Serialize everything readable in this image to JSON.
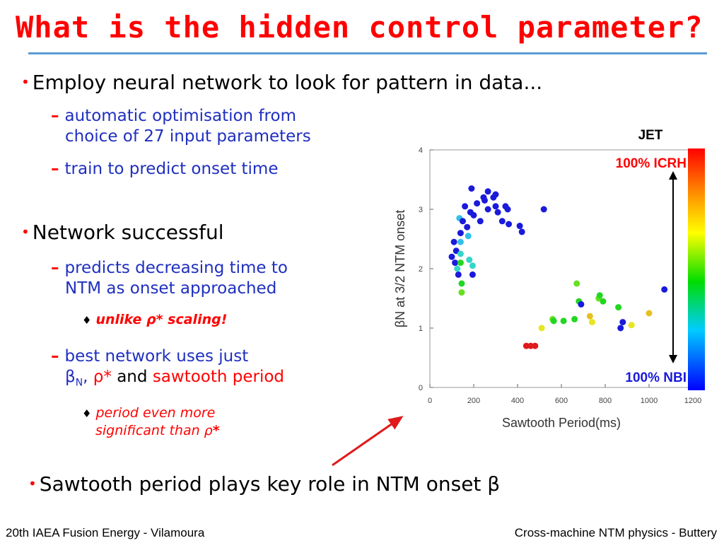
{
  "title": "What is the hidden control parameter?",
  "bullets": {
    "b1": {
      "text": "Employ neural network to look for pattern in data...",
      "sub1_line1": "automatic optimisation from",
      "sub1_line2": "choice of 27 input parameters",
      "sub2": "train to predict onset time"
    },
    "b2": {
      "text": "Network successful",
      "sub1_line1": "predicts decreasing time to",
      "sub1_line2": "NTM as onset approached",
      "note1_a": "unlike ",
      "note1_rho": "ρ",
      "note1_b": "* scaling!",
      "sub2_line1": "best network uses just",
      "sub2_beta": "β",
      "sub2_sub": "N",
      "sub2_comma": ", ",
      "sub2_rho": "ρ*",
      "sub2_and": " and ",
      "sub2_saw": "sawtooth period",
      "note2_line1": "period even more",
      "note2_line2a": "significant than ",
      "note2_rho": "ρ",
      "note2_star": "*"
    },
    "b3": {
      "text": "Sawtooth period plays key role in NTM onset β"
    }
  },
  "footer": {
    "left": "20th IAEA Fusion Energy - Vilamoura",
    "right": "Cross-machine NTM physics - Buttery"
  },
  "colors": {
    "title": "#ff0000",
    "sub": "#1f2fbf",
    "rule": "#5b9bd5"
  },
  "chart_data": {
    "type": "scatter",
    "xlabel": "Sawtooth Period(ms)",
    "ylabel": "βN at 3/2 NTM onset",
    "xlim": [
      0,
      1200
    ],
    "ylim": [
      0,
      4
    ],
    "xticks": [
      "0",
      "200",
      "400",
      "600",
      "800",
      "1000",
      "1200"
    ],
    "yticks": [
      "0",
      "1",
      "2",
      "3",
      "4"
    ],
    "machine": "JET",
    "colorbar_top": "100% ICRH",
    "colorbar_bottom": "100% NBI",
    "points": [
      {
        "x": 100,
        "y": 2.2,
        "c": "#1a1adb"
      },
      {
        "x": 115,
        "y": 2.1,
        "c": "#1a1adb"
      },
      {
        "x": 130,
        "y": 1.9,
        "c": "#1a1adb"
      },
      {
        "x": 110,
        "y": 2.45,
        "c": "#1a1adb"
      },
      {
        "x": 140,
        "y": 2.45,
        "c": "#33c0e8"
      },
      {
        "x": 120,
        "y": 2.3,
        "c": "#1a1adb"
      },
      {
        "x": 140,
        "y": 2.6,
        "c": "#1a1adb"
      },
      {
        "x": 135,
        "y": 2.85,
        "c": "#33c0e8"
      },
      {
        "x": 150,
        "y": 2.8,
        "c": "#1a1adb"
      },
      {
        "x": 170,
        "y": 2.7,
        "c": "#1a1adb"
      },
      {
        "x": 175,
        "y": 2.55,
        "c": "#33c0e8"
      },
      {
        "x": 185,
        "y": 2.95,
        "c": "#1a1adb"
      },
      {
        "x": 160,
        "y": 3.05,
        "c": "#1a1adb"
      },
      {
        "x": 200,
        "y": 2.9,
        "c": "#1a1adb"
      },
      {
        "x": 215,
        "y": 3.1,
        "c": "#1a1adb"
      },
      {
        "x": 230,
        "y": 2.8,
        "c": "#1a1adb"
      },
      {
        "x": 250,
        "y": 3.15,
        "c": "#1a1adb"
      },
      {
        "x": 265,
        "y": 3.0,
        "c": "#1a1adb"
      },
      {
        "x": 290,
        "y": 3.2,
        "c": "#1a1adb"
      },
      {
        "x": 300,
        "y": 3.05,
        "c": "#1a1adb"
      },
      {
        "x": 310,
        "y": 2.95,
        "c": "#1a1adb"
      },
      {
        "x": 330,
        "y": 2.8,
        "c": "#1a1adb"
      },
      {
        "x": 345,
        "y": 3.05,
        "c": "#1a1adb"
      },
      {
        "x": 355,
        "y": 3.0,
        "c": "#1a1adb"
      },
      {
        "x": 360,
        "y": 2.75,
        "c": "#1a1adb"
      },
      {
        "x": 265,
        "y": 3.3,
        "c": "#1a1adb"
      },
      {
        "x": 300,
        "y": 3.25,
        "c": "#1a1adb"
      },
      {
        "x": 190,
        "y": 3.35,
        "c": "#1a1adb"
      },
      {
        "x": 245,
        "y": 3.2,
        "c": "#1a1adb"
      },
      {
        "x": 410,
        "y": 2.72,
        "c": "#1a1adb"
      },
      {
        "x": 420,
        "y": 2.62,
        "c": "#1a1adb"
      },
      {
        "x": 520,
        "y": 3.0,
        "c": "#1a1adb"
      },
      {
        "x": 125,
        "y": 2.0,
        "c": "#33d6c8"
      },
      {
        "x": 180,
        "y": 2.15,
        "c": "#33d6c8"
      },
      {
        "x": 195,
        "y": 2.05,
        "c": "#33d6c8"
      },
      {
        "x": 140,
        "y": 2.25,
        "c": "#33d6c8"
      },
      {
        "x": 145,
        "y": 1.75,
        "c": "#22d622"
      },
      {
        "x": 145,
        "y": 1.6,
        "c": "#66e022"
      },
      {
        "x": 195,
        "y": 1.9,
        "c": "#1a1adb"
      },
      {
        "x": 140,
        "y": 2.1,
        "c": "#22d622"
      },
      {
        "x": 440,
        "y": 0.7,
        "c": "#e01a1a"
      },
      {
        "x": 460,
        "y": 0.7,
        "c": "#e01a1a"
      },
      {
        "x": 480,
        "y": 0.7,
        "c": "#e01a1a"
      },
      {
        "x": 510,
        "y": 1.0,
        "c": "#e6e622"
      },
      {
        "x": 560,
        "y": 1.15,
        "c": "#66e022"
      },
      {
        "x": 565,
        "y": 1.12,
        "c": "#22d622"
      },
      {
        "x": 610,
        "y": 1.12,
        "c": "#22d622"
      },
      {
        "x": 660,
        "y": 1.15,
        "c": "#22d622"
      },
      {
        "x": 670,
        "y": 1.75,
        "c": "#66e022"
      },
      {
        "x": 680,
        "y": 1.45,
        "c": "#22d622"
      },
      {
        "x": 690,
        "y": 1.4,
        "c": "#1a1adb"
      },
      {
        "x": 730,
        "y": 1.2,
        "c": "#e6c022"
      },
      {
        "x": 740,
        "y": 1.1,
        "c": "#e6e622"
      },
      {
        "x": 770,
        "y": 1.5,
        "c": "#66e022"
      },
      {
        "x": 790,
        "y": 1.45,
        "c": "#22d622"
      },
      {
        "x": 775,
        "y": 1.55,
        "c": "#22d622"
      },
      {
        "x": 860,
        "y": 1.35,
        "c": "#22d622"
      },
      {
        "x": 870,
        "y": 1.0,
        "c": "#1a1adb"
      },
      {
        "x": 880,
        "y": 1.1,
        "c": "#1a1adb"
      },
      {
        "x": 920,
        "y": 1.05,
        "c": "#e6e622"
      },
      {
        "x": 1000,
        "y": 1.25,
        "c": "#e6c022"
      },
      {
        "x": 1070,
        "y": 1.65,
        "c": "#1a1adb"
      }
    ]
  }
}
